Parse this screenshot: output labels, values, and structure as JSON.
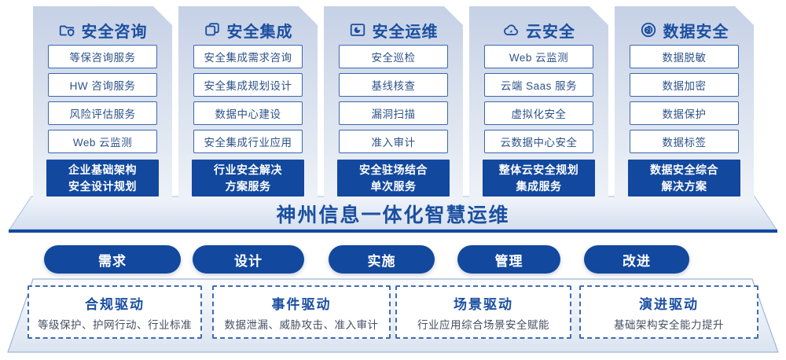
{
  "banner": {
    "title": "神州信息一体化智慧运维"
  },
  "columns": [
    {
      "title": "安全咨询",
      "icon": "folder-shield-icon",
      "items": [
        "等保咨询服务",
        "HW 咨询服务",
        "风险评估服务",
        "Web 云监测"
      ],
      "footer": [
        "企业基础架构",
        "安全设计规划"
      ]
    },
    {
      "title": "安全集成",
      "icon": "documents-icon",
      "items": [
        "安全集成需求咨询",
        "安全集成规划设计",
        "数据中心建设",
        "安全集成行业应用"
      ],
      "footer": [
        "行业安全解决",
        "方案服务"
      ]
    },
    {
      "title": "安全运维",
      "icon": "folder-chart-icon",
      "items": [
        "安全巡检",
        "基线核查",
        "漏洞扫描",
        "准入审计"
      ],
      "footer": [
        "安全驻场结合",
        "单次服务"
      ]
    },
    {
      "title": "云安全",
      "icon": "cloud-icon",
      "items": [
        "Web 云监测",
        "云端 Saas 服务",
        "虚拟化安全",
        "云数据中心安全"
      ],
      "footer": [
        "整体云安全规划",
        "集成服务"
      ]
    },
    {
      "title": "数据安全",
      "icon": "spiral-icon",
      "items": [
        "数据脱敏",
        "数据加密",
        "数据保护",
        "数据标签"
      ],
      "footer": [
        "数据安全综合",
        "解决方案"
      ]
    }
  ],
  "process_pills": [
    "需求",
    "设计",
    "实施",
    "管理",
    "改进"
  ],
  "drivers": [
    {
      "title": "合规驱动",
      "desc": "等级保护、护网行动、行业标准"
    },
    {
      "title": "事件驱动",
      "desc": "数据泄漏、威胁攻击、准入审计"
    },
    {
      "title": "场景驱动",
      "desc": "行业应用综合场景安全赋能"
    },
    {
      "title": "演进驱动",
      "desc": "基础架构安全能力提升"
    }
  ],
  "colors": {
    "primary_blue": "#12489E",
    "title_blue": "#1B4FA0",
    "border_blue": "#3A67AE",
    "item_text_blue": "#2D5289",
    "panel_gradient_top": "#C6D1E6",
    "panel_gradient_bottom": "#EEF2F8"
  }
}
